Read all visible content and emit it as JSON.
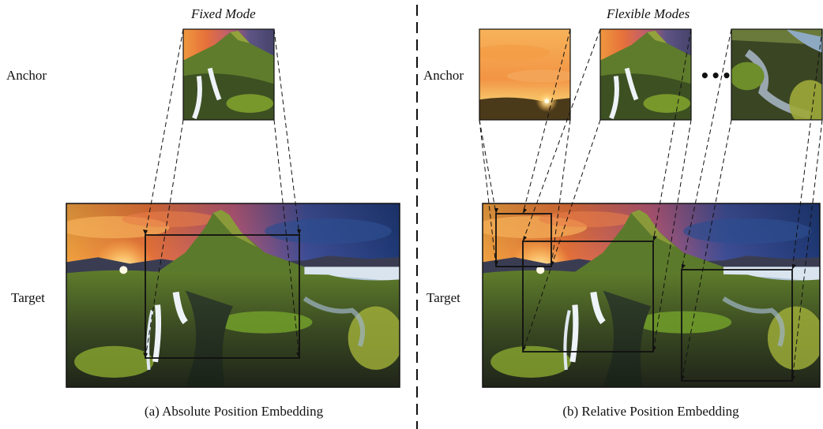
{
  "left_panel": {
    "mode_title": "Fixed Mode",
    "anchor_label": "Anchor",
    "target_label": "Target",
    "caption": "(a) Absolute Position Embedding"
  },
  "right_panel": {
    "mode_title": "Flexible Modes",
    "anchor_label": "Anchor",
    "target_label": "Target",
    "caption": "(b) Relative Position Embedding",
    "ellipsis": "•••"
  },
  "colors": {
    "sky_orange": "#f08a2a",
    "sky_blue": "#2b4f8e",
    "mountain": "#4a6b2a",
    "water": "#e9eef5",
    "line": "#111111"
  }
}
